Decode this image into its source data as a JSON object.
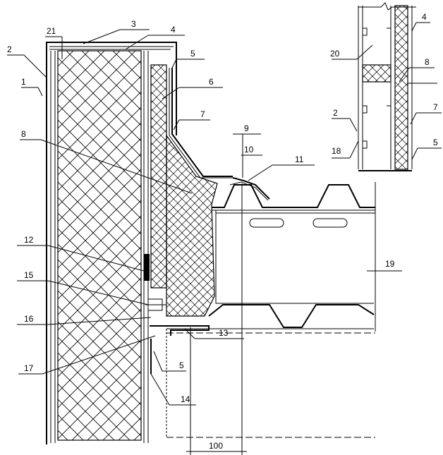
{
  "callouts": [
    "1",
    "2",
    "3",
    "4",
    "5",
    "6",
    "7",
    "8",
    "9",
    "10",
    "11",
    "12",
    "13",
    "14",
    "15",
    "16",
    "17",
    "18",
    "19",
    "20",
    "21"
  ],
  "dimension": "100"
}
